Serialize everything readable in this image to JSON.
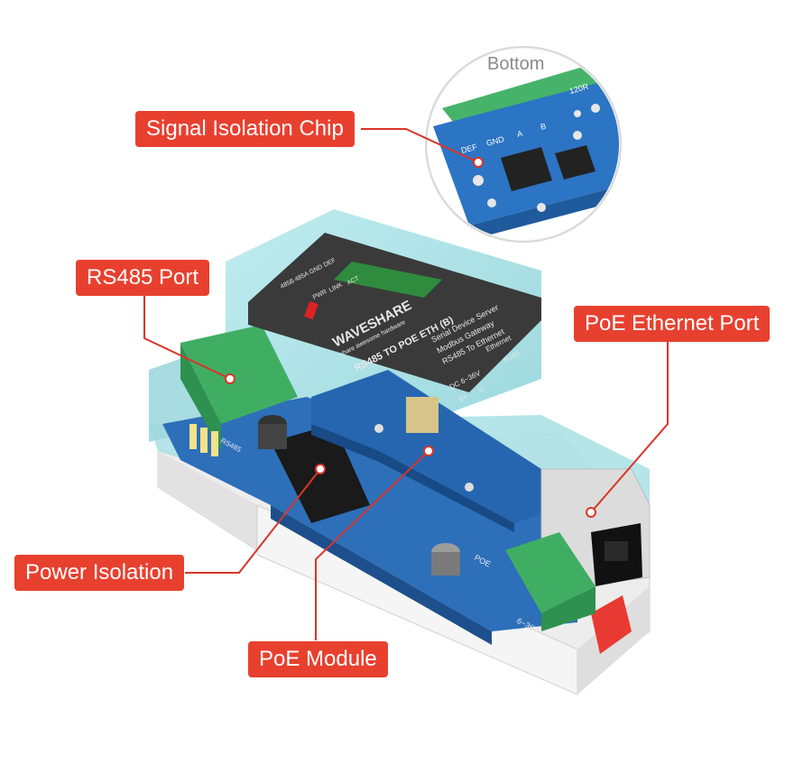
{
  "bottom_view_label": "Bottom",
  "callouts": {
    "signal_isolation_chip": "Signal Isolation Chip",
    "rs485_port": "RS485 Port",
    "poe_ethernet_port": "PoE Ethernet Port",
    "power_isolation": "Power Isolation",
    "poe_module": "PoE Module"
  },
  "device_text": {
    "brand": "WAVESHARE",
    "brand_tagline": "share awesome hardware",
    "model": "RS485 TO POE ETH (B)",
    "desc_line1": "Serial Device Server",
    "desc_line2": "Modbus Gateway",
    "desc_line3": "RS485 To Ethernet",
    "terminal_labels": [
      "485B",
      "485A",
      "GND",
      "DEF"
    ],
    "led_labels": [
      "PWR",
      "LINK",
      "ACT"
    ],
    "power_spec": "DC 6~36V",
    "power_pins": [
      "V+",
      "V-"
    ],
    "ethernet_label": "Ethernet",
    "rj45_label": "RJ45",
    "poe_silk": "POE",
    "voltage_silk": "6~36V",
    "rs485_silk": "RS485"
  },
  "bottom_pcb_labels": [
    "DEF",
    "GND",
    "A",
    "B",
    "120R"
  ],
  "colors": {
    "callout_red": "#e8402f",
    "leader_line": "#d9352a",
    "pcb_blue": "#2c74c4",
    "case_translucent": "#9fdde2",
    "rail_base": "#eeeeee",
    "terminal_green": "#3fae63"
  }
}
